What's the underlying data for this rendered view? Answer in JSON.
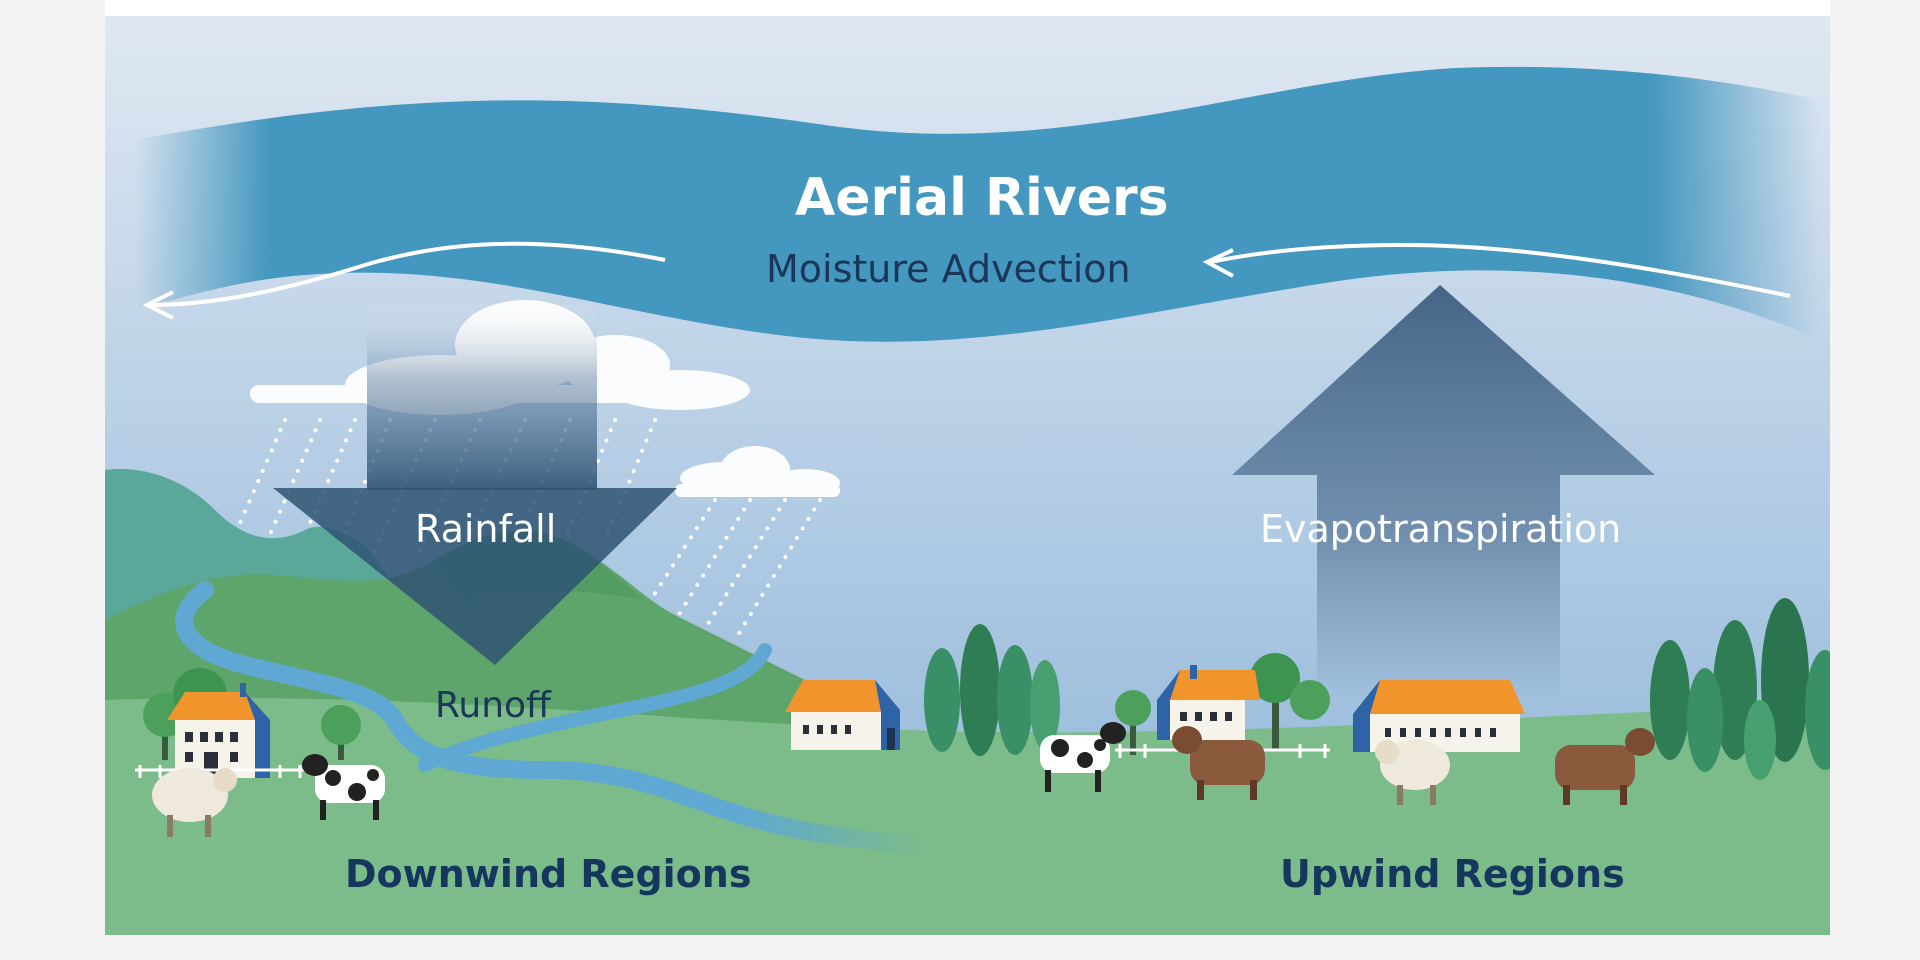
{
  "diagram": {
    "title": "Aerial Rivers",
    "subtitle": "Moisture Advection",
    "labels": {
      "rainfall": "Rainfall",
      "evapotranspiration": "Evapotranspiration",
      "runoff": "Runoff",
      "downwind": "Downwind Regions",
      "upwind": "Upwind Regions"
    },
    "colors": {
      "sky_top": "#dfe8f1",
      "sky_bottom": "#8fb5d9",
      "aerial_river": "#4497bf",
      "arrow": "#3e5f82",
      "hills": "#5ea56c",
      "ground": "#7cbb8a",
      "water": "#5fa8d3",
      "label_dark": "#1c3658"
    }
  }
}
